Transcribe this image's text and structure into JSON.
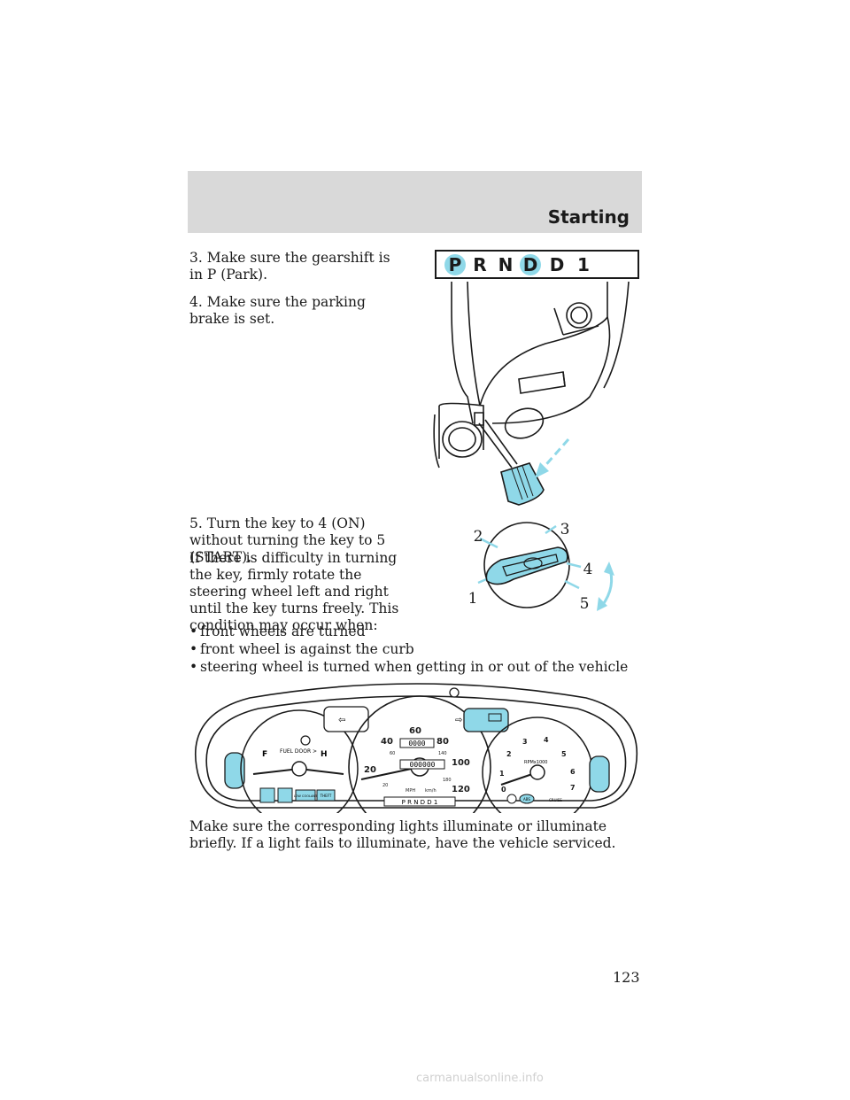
{
  "header": {
    "title": "Starting"
  },
  "steps": {
    "step3": "3. Make sure the gearshift is in P (Park).",
    "step4": "4. Make sure the parking brake is set.",
    "step5": "5. Turn the key to 4 (ON) without turning the key to 5 (START).",
    "difficulty": "If there is difficulty in turning the key, firmly rotate the steering wheel left and right until the key turns freely. This condition may occur when:"
  },
  "bullets": [
    "front wheels are turned",
    "front wheel is against the curb",
    "steering wheel is turned when getting in or out of the vehicle"
  ],
  "closing": "Make sure the corresponding lights illuminate or illuminate briefly. If a light fails to illuminate, have the vehicle serviced.",
  "page_number": "123",
  "gear_indicator": {
    "p": "P",
    "r": "R",
    "n": "N",
    "d_od": "D",
    "d": "D",
    "one": "1"
  },
  "ignition_labels": {
    "one": "1",
    "two": "2",
    "three": "3",
    "four": "4",
    "five": "5"
  },
  "cluster": {
    "fuel_door": "FUEL DOOR >",
    "fuel_f": "F",
    "temp_h": "H",
    "speed_20": "20",
    "speed_40": "40",
    "speed_60": "60",
    "speed_80": "80",
    "speed_100": "100",
    "speed_120": "120",
    "kmh_20": "20",
    "kmh_60": "60",
    "kmh_140": "140",
    "kmh_180": "180",
    "mph": "MPH",
    "kmh": "km/h",
    "odometer": "000000",
    "trip": "0000",
    "rpm_label": "RPMx1000",
    "rpm_0": "0",
    "rpm_1": "1",
    "rpm_2": "2",
    "rpm_3": "3",
    "rpm_4": "4",
    "rpm_5": "5",
    "rpm_6": "6",
    "rpm_7": "7",
    "prnd": "P R N D D 1",
    "low_coolant": "LOW COOLANT",
    "theft": "THEFT",
    "abs": "ABS",
    "cruise": "CRUISE",
    "accent": "#8fd8e8"
  },
  "watermark": "carmanualsonline.info"
}
